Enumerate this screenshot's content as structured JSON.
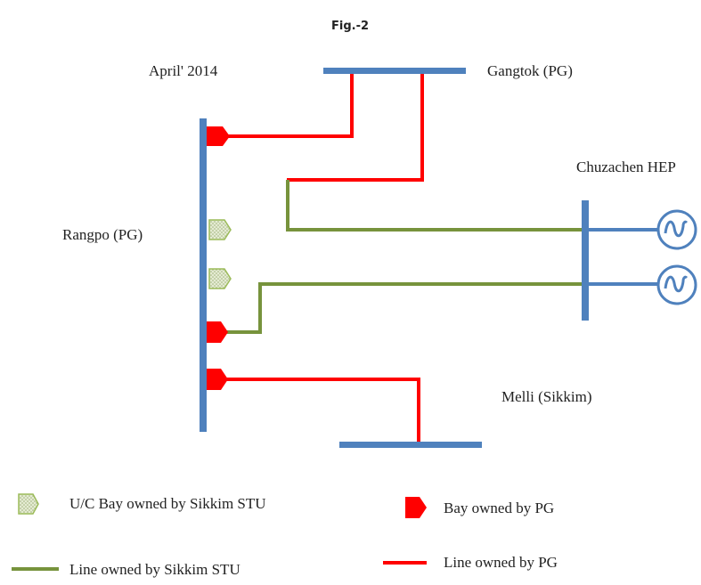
{
  "figure_label": "Fig.-2",
  "date_label": "April' 2014",
  "nodes": {
    "gangtok": "Gangtok (PG)",
    "rangpo": "Rangpo (PG)",
    "chuzachen": "Chuzachen HEP",
    "melli": "Melli (Sikkim)"
  },
  "legend": {
    "uc_bay_stu": "U/C Bay owned by Sikkim STU",
    "bay_pg": "Bay owned by PG",
    "line_stu": "Line owned by Sikkim STU",
    "line_pg": "Line owned by PG"
  },
  "colors": {
    "bus": "#4f81bd",
    "line_pg": "#ff0000",
    "line_stu": "#77933c",
    "bay_pg": "#ff0000",
    "bay_stu_fill": "#d7e4bd",
    "bay_stu_stroke": "#77933c"
  },
  "icons": [
    "generator-icon",
    "bay-pg-icon",
    "bay-stu-icon"
  ]
}
